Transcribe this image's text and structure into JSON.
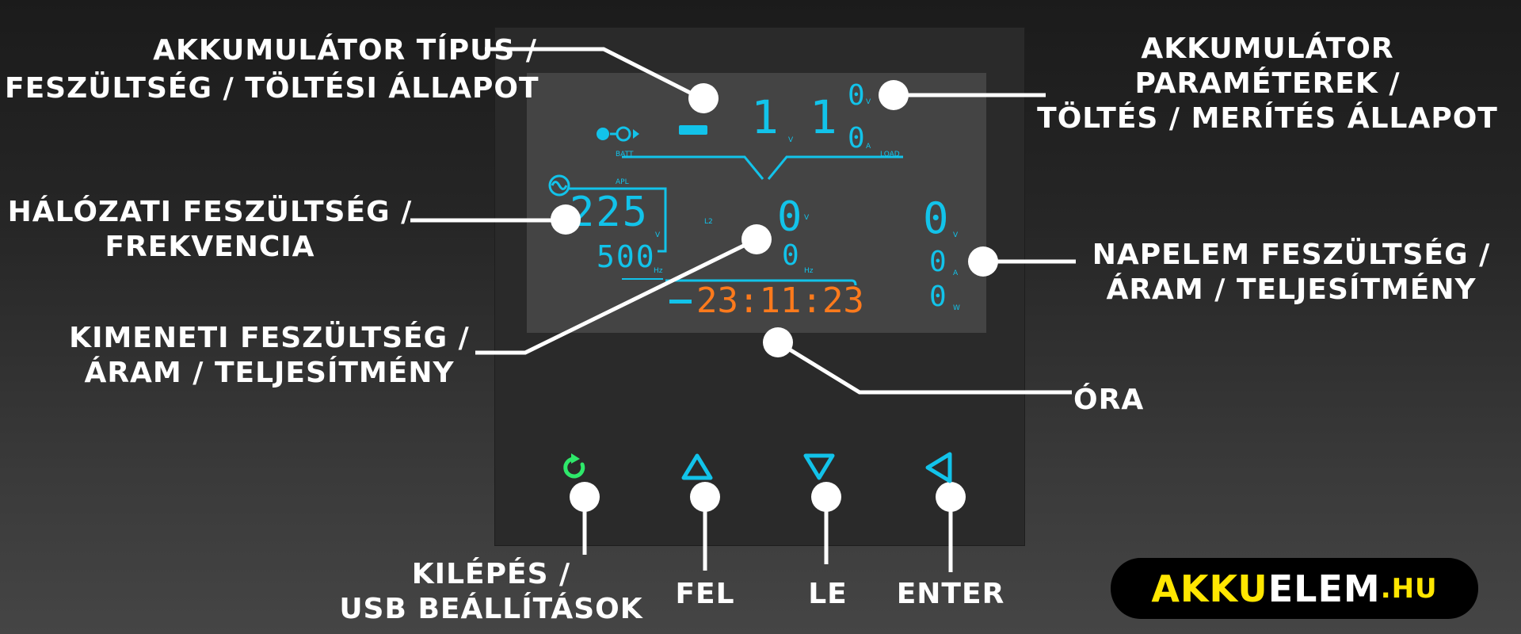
{
  "labels": {
    "battery_type": [
      "AKKUMULÁTOR TÍPUS /",
      "FESZÜLTSÉG / TÖLTÉSI ÁLLAPOT"
    ],
    "battery_params": [
      "AKKUMULÁTOR",
      "PARAMÉTEREK /",
      "TÖLTÉS / MERÍTÉS ÁLLAPOT"
    ],
    "grid": [
      "HÁLÓZATI FESZÜLTSÉG /",
      "FREKVENCIA"
    ],
    "solar": [
      "NAPELEM FESZÜLTSÉG /",
      "ÁRAM / TELJESÍTMÉNY"
    ],
    "output": [
      "KIMENETI FESZÜLTSÉG /",
      "ÁRAM / TELJESÍTMÉNY"
    ],
    "clock": "ÓRA",
    "exit": [
      "KILÉPÉS /",
      "USB BEÁLLÍTÁSOK"
    ],
    "up": "FEL",
    "down": "LE",
    "enter": "ENTER"
  },
  "display": {
    "grid_voltage": "225",
    "grid_frequency": "500",
    "clock": "23:11:23",
    "voltage_unit": "V",
    "amp_unit": "A",
    "hz_unit": "Hz",
    "watt_unit": "W",
    "apl": "APL",
    "batt": "BATT",
    "load": "LOAD",
    "l2": "L2"
  },
  "logo": {
    "part1": "AKKU",
    "part2": "ELEM",
    "part3": ".HU"
  },
  "colors": {
    "lcd_cyan": "#12c3ea",
    "lcd_orange": "#ff7a1c",
    "exit_green": "#2ee86a",
    "logo_yellow": "#ffe600"
  }
}
